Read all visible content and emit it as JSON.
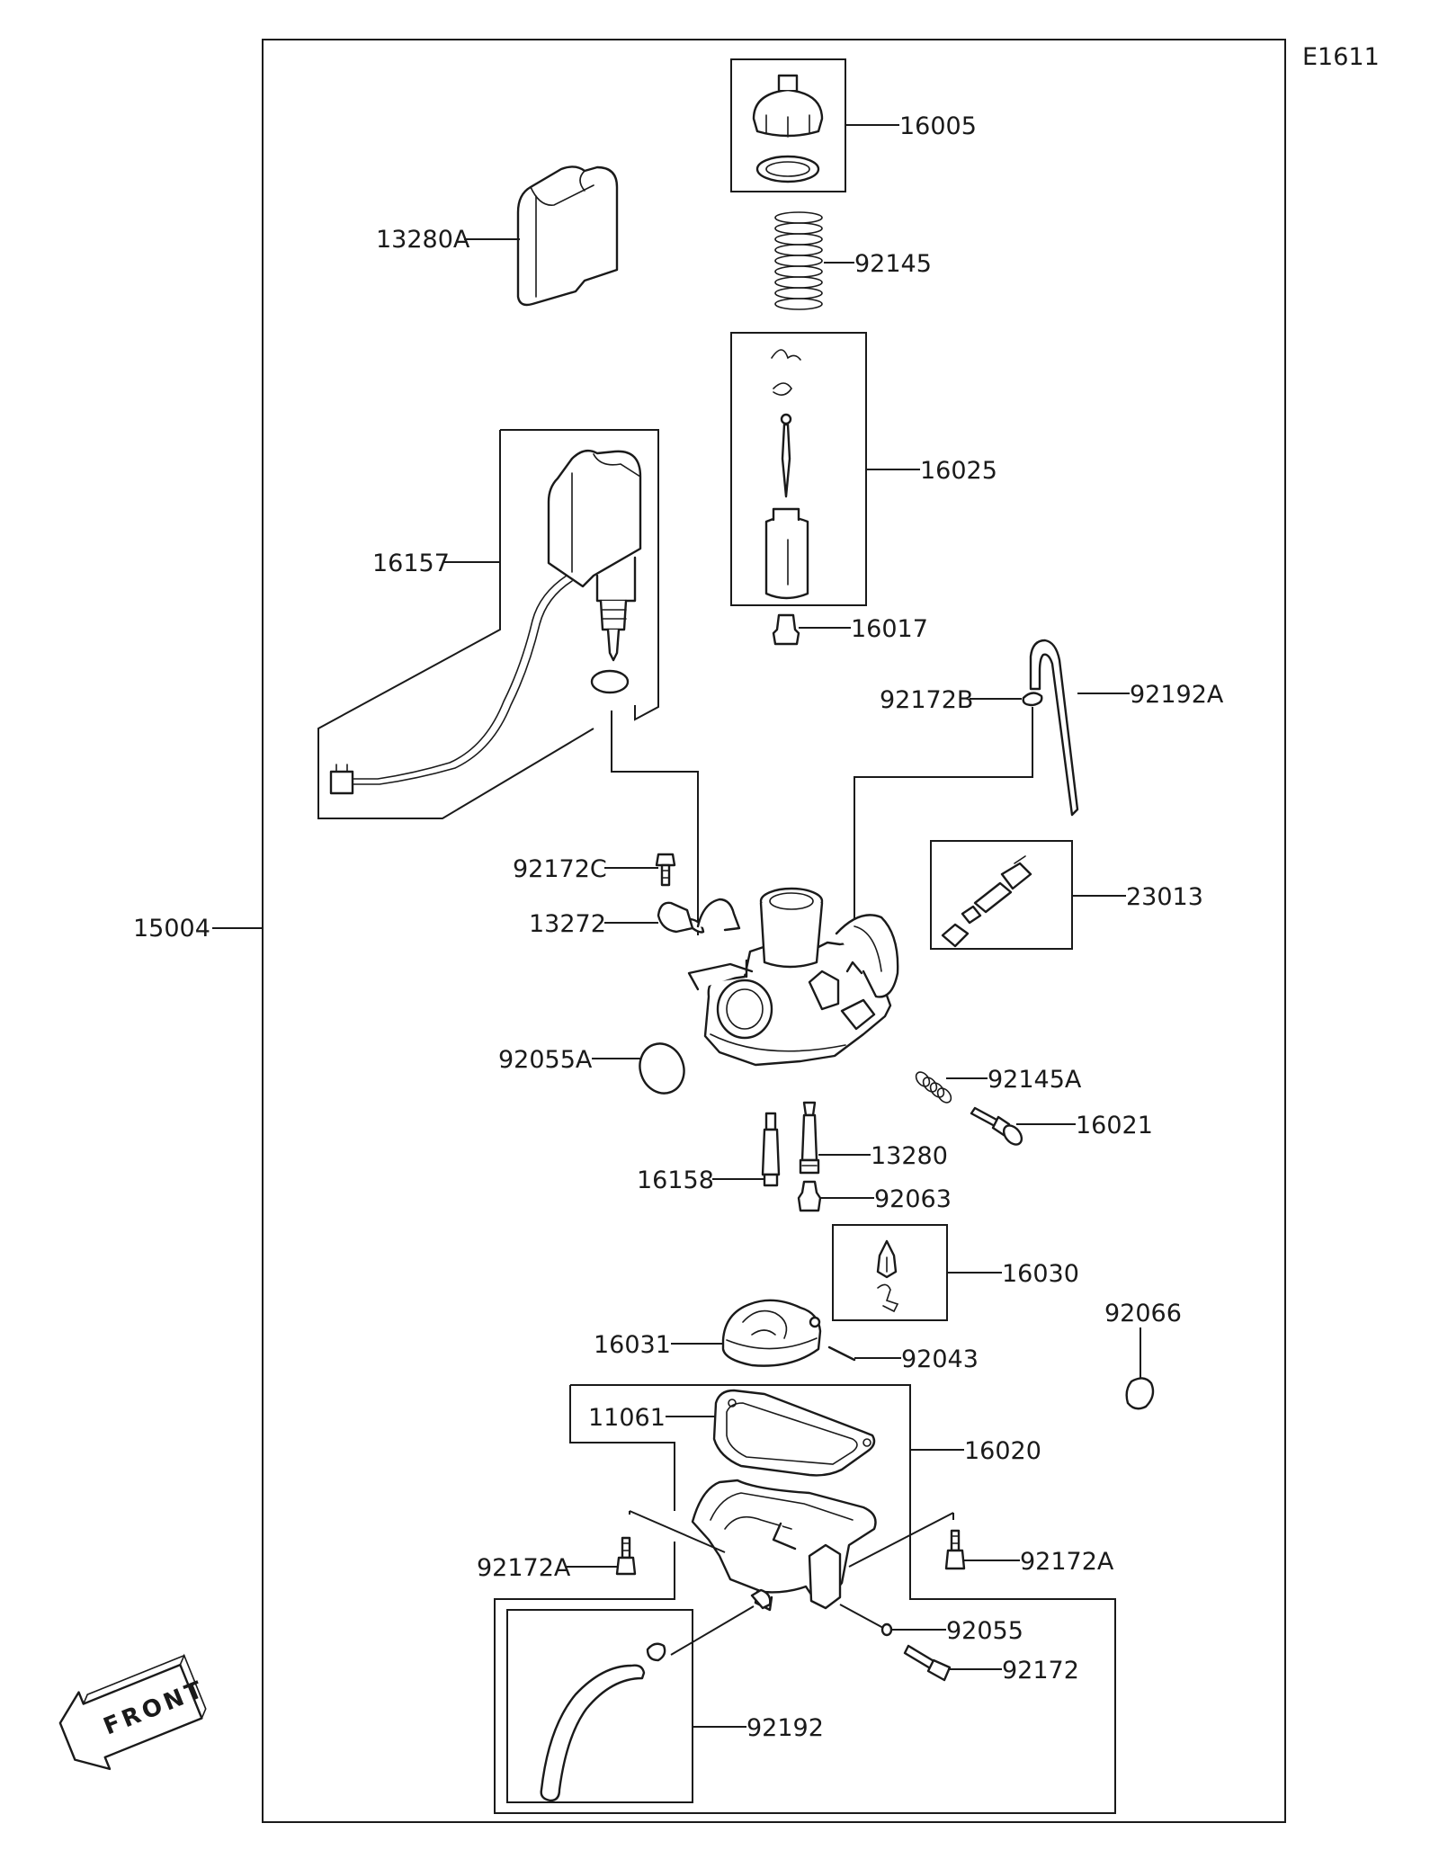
{
  "diagram_code": "E1611",
  "front_label": "FRONT",
  "parts": {
    "p16005": "16005",
    "p13280A": "13280A",
    "p92145": "92145",
    "p16025": "16025",
    "p16157": "16157",
    "p16017": "16017",
    "p92172B": "92172B",
    "p92192A": "92192A",
    "p23013": "23013",
    "p92172C": "92172C",
    "p13272": "13272",
    "p15004": "15004",
    "p92055A": "92055A",
    "p92145A": "92145A",
    "p16021": "16021",
    "p13280": "13280",
    "p16158": "16158",
    "p92063": "92063",
    "p16030": "16030",
    "p92066": "92066",
    "p16031": "16031",
    "p92043": "92043",
    "p11061": "11061",
    "p16020": "16020",
    "p92172A_left": "92172A",
    "p92172A_right": "92172A",
    "p92055": "92055",
    "p92172": "92172",
    "p92192": "92192"
  }
}
